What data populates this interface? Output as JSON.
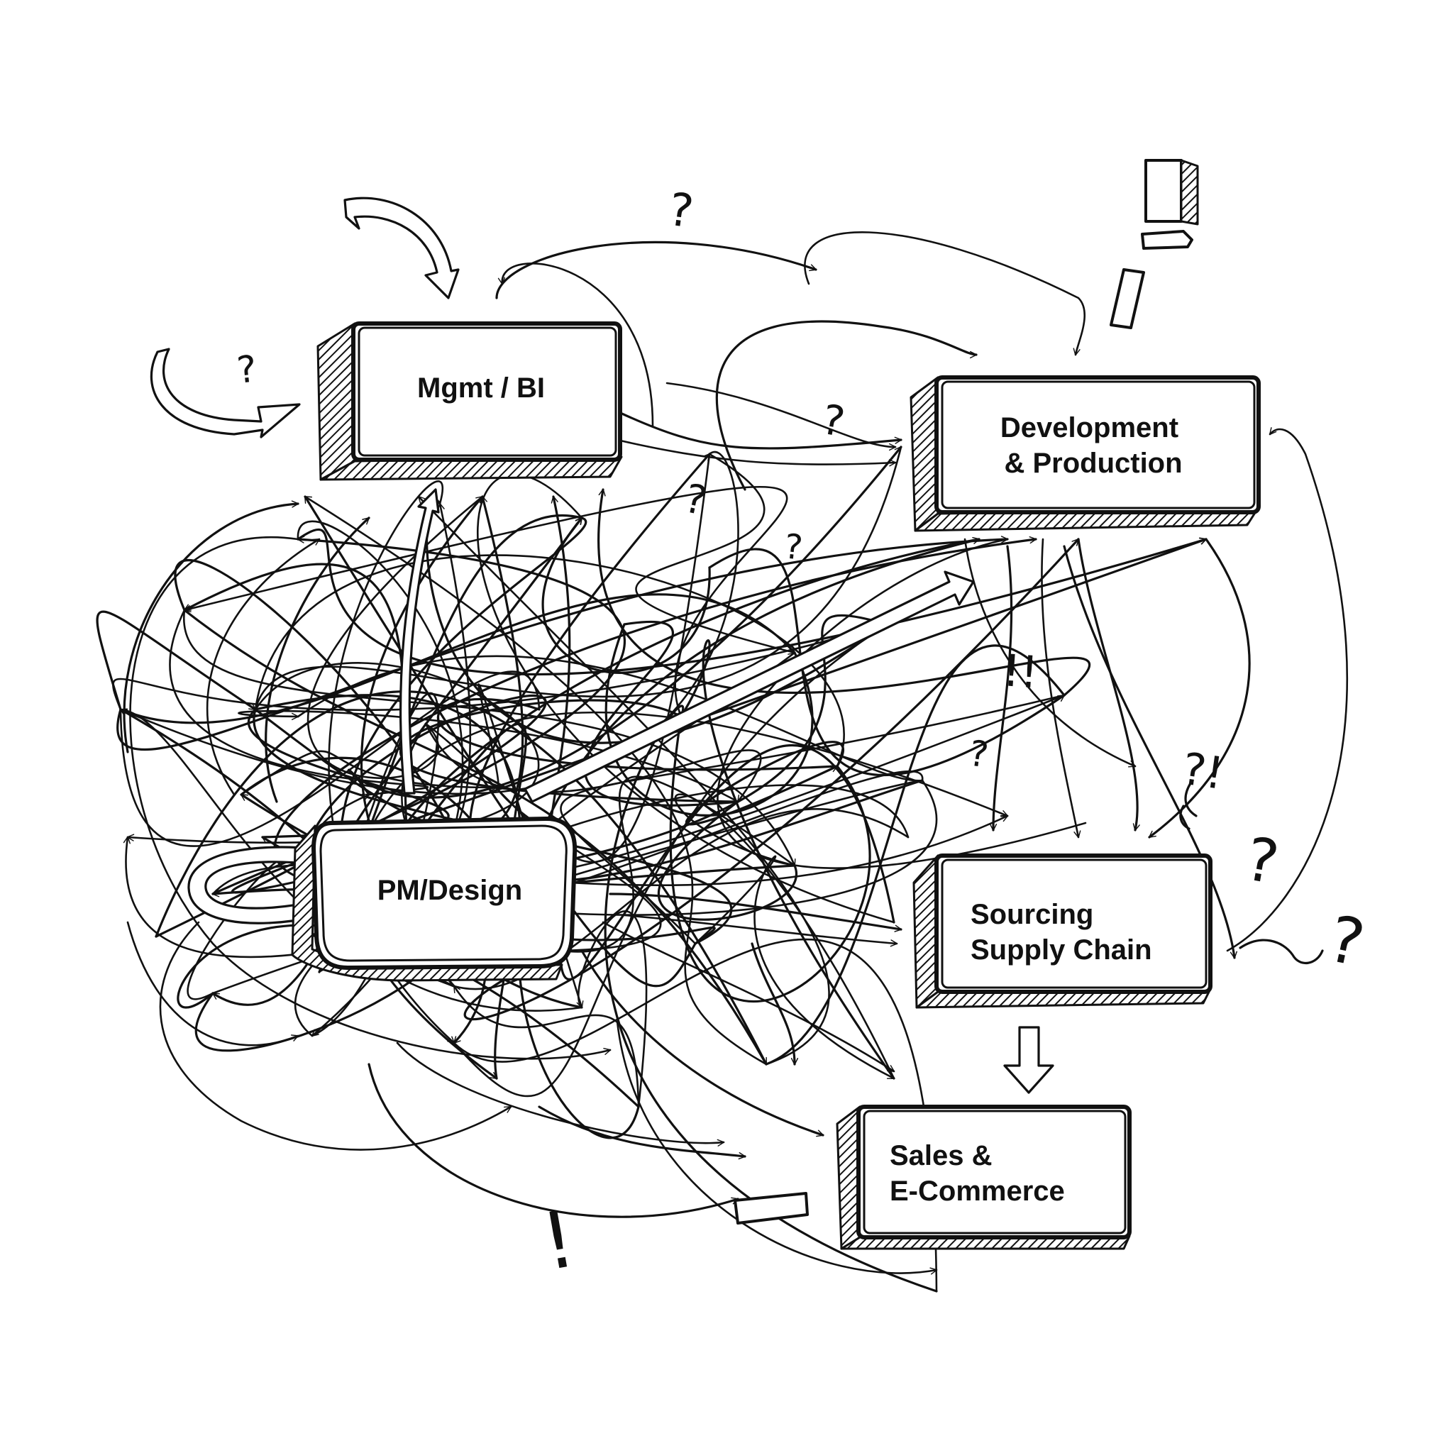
{
  "diagram": {
    "boxes": [
      {
        "id": "mgmt",
        "lines": [
          "Mgmt / BI"
        ]
      },
      {
        "id": "dev",
        "lines": [
          "Development",
          "& Production"
        ]
      },
      {
        "id": "pm",
        "lines": [
          "PM/Design"
        ]
      },
      {
        "id": "sourcing",
        "lines": [
          "Sourcing",
          "Supply Chain"
        ]
      },
      {
        "id": "sales",
        "lines": [
          "Sales &",
          "E-Commerce"
        ]
      }
    ],
    "marks": {
      "question": "?",
      "exclaim": "!",
      "double_exclaim": "!!",
      "interrobang": "?!"
    }
  }
}
